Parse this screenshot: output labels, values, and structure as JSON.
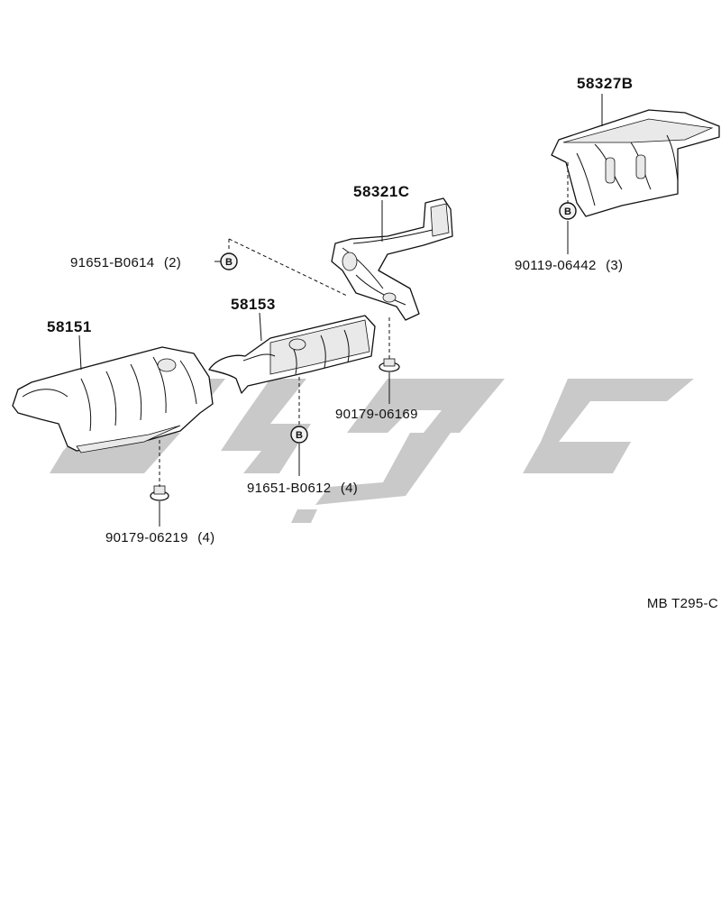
{
  "diagram_ref": "MB T295-C",
  "bolt_marker": "B",
  "parts": {
    "p58327B": {
      "number": "58327B"
    },
    "p58321C": {
      "number": "58321C"
    },
    "p58153": {
      "number": "58153"
    },
    "p58151": {
      "number": "58151"
    },
    "b91651_B0614": {
      "number": "91651-B0614",
      "qty": "(2)"
    },
    "b90119_06442": {
      "number": "90119-06442",
      "qty": "(3)"
    },
    "c90179_06169": {
      "number": "90179-06169"
    },
    "b91651_B0612": {
      "number": "91651-B0612",
      "qty": "(4)"
    },
    "c90179_06219": {
      "number": "90179-06219",
      "qty": "(4)"
    }
  },
  "colors": {
    "line": "#111111",
    "watermark": "#c9c9c9",
    "background": "#ffffff"
  }
}
